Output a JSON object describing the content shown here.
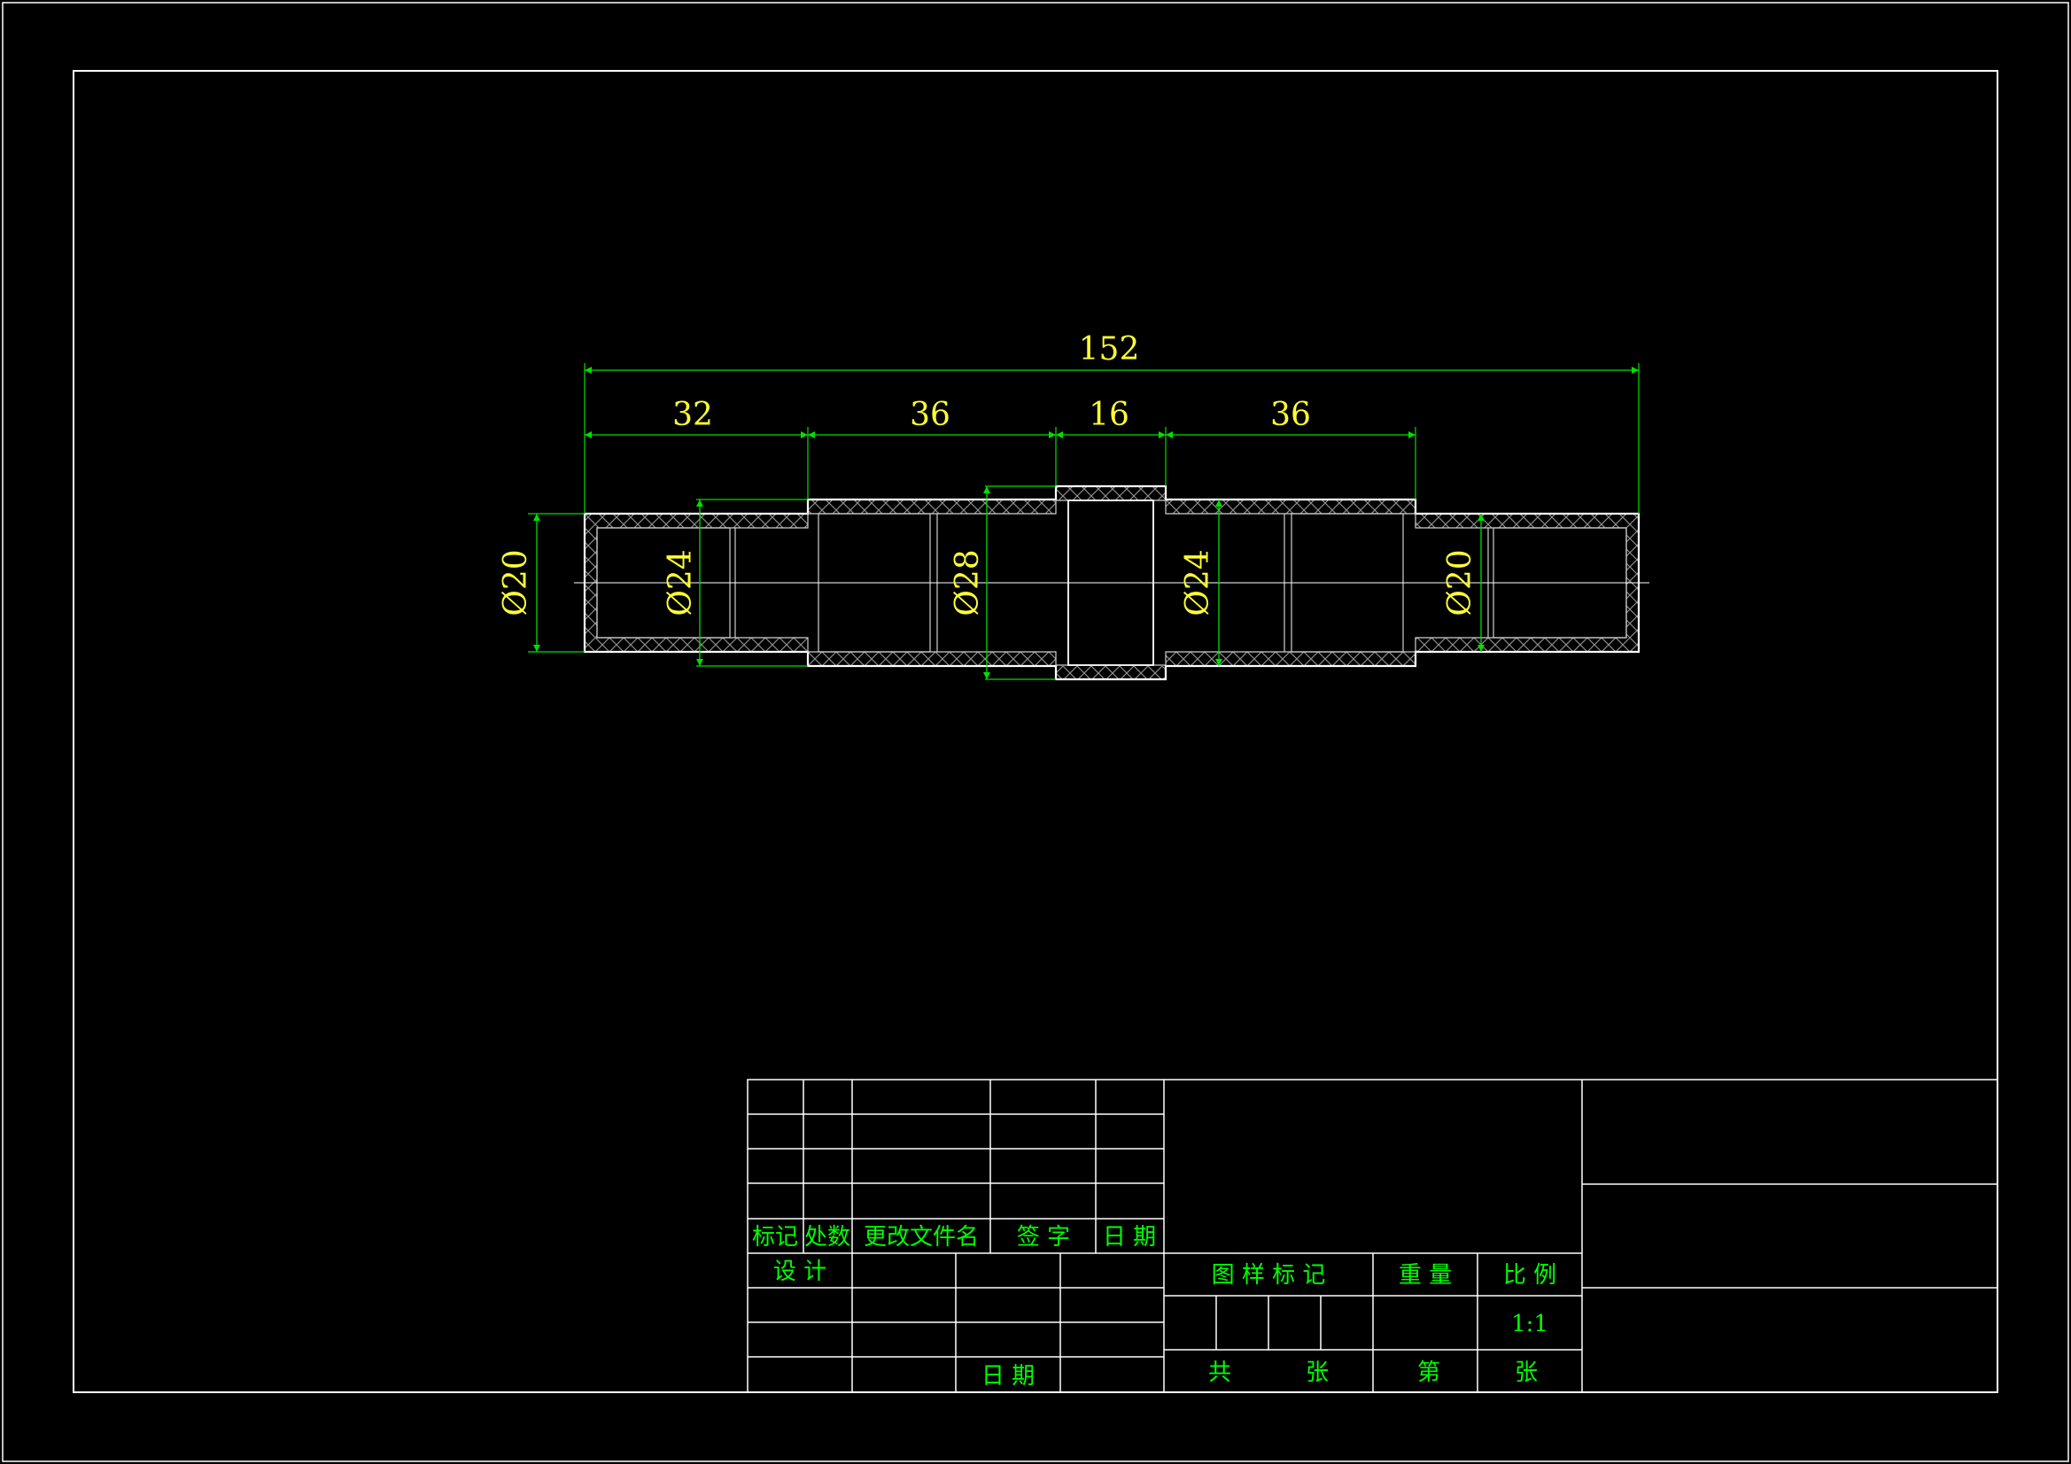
{
  "colors": {
    "background": "#000000",
    "outline": "#ffffff",
    "dimension_line": "#00e000",
    "dimension_text": "#ffff33",
    "title_text": "#00ff00",
    "hatch": "#8a8a8a"
  },
  "drawing": {
    "overall_length_label": "152",
    "segment_length_labels": [
      "32",
      "36",
      "16",
      "36"
    ],
    "diameter_labels": [
      "Ø20",
      "Ø24",
      "Ø28",
      "Ø24",
      "Ø20"
    ]
  },
  "title_block": {
    "revision_headers": [
      "标记",
      "处数",
      "更改文件名",
      "签 字",
      "日 期"
    ],
    "design_label": "设 计",
    "date_label": "日 期",
    "pattern_mark_label": "图 样 标 记",
    "weight_label": "重 量",
    "scale_label": "比 例",
    "scale_value": "1:1",
    "total_label": "共",
    "sheet_label": "张",
    "nth_label": "第",
    "sheet_label_2": "张"
  }
}
